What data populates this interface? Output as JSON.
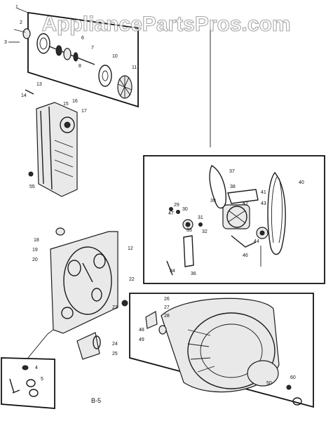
{
  "watermark": "AppliancePartsPros.com",
  "page_label": "B-5",
  "colors": {
    "ink": "#1c1c1c",
    "background": "#ffffff",
    "watermark_stroke": "#8a8a8a"
  },
  "callouts": {
    "c1": "1",
    "c2": "2",
    "c3": "3",
    "c4": "4",
    "c5": "5",
    "c6": "6",
    "c7": "7",
    "c8": "8",
    "c10": "10",
    "c11": "11",
    "c12": "12",
    "c13": "13",
    "c14": "14",
    "c15": "15",
    "c16": "16",
    "c17": "17",
    "c18": "18",
    "c19": "19",
    "c20": "20",
    "c22": "22",
    "c23": "23",
    "c24": "24",
    "c25": "25",
    "c26": "26",
    "c27": "27",
    "c28": "28",
    "c29": "29",
    "c30": "30",
    "c31": "31",
    "c32": "32",
    "c33": "33",
    "c34": "34",
    "c36": "36",
    "c37": "37",
    "c38": "38",
    "c39": "39",
    "c40": "40",
    "c41": "41",
    "c42": "42",
    "c43": "43",
    "c44": "44",
    "c46": "46",
    "c47": "47",
    "c48": "48",
    "c49": "49",
    "c50": "50",
    "c55": "55",
    "c60": "60"
  }
}
